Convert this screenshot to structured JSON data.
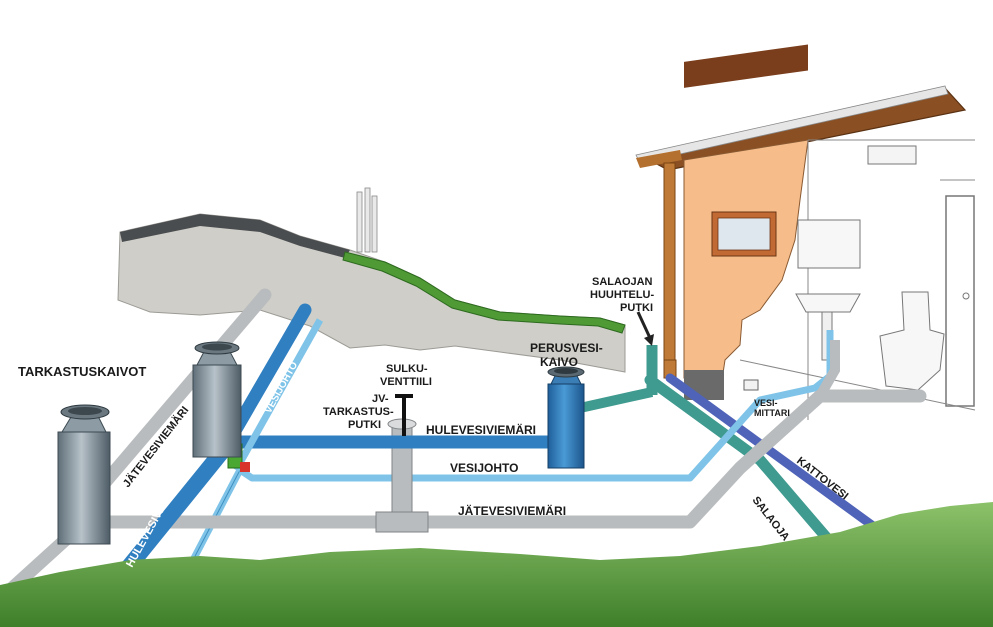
{
  "labels": {
    "tarkastuskaivot": "TARKASTUSKAIVOT",
    "jatevesiviemari_left": "JÄTEVESIVIEMÄRI",
    "hulevesiviemari_left": "HULEVESIVIEMÄRI",
    "vesijohto_left": "VESIJOHTO",
    "jv_tarkastus": [
      "JV-",
      "TARKASTUS-",
      "PUTKI"
    ],
    "sulkuventtiili": [
      "SULKU-",
      "VENTTIILI"
    ],
    "hulevesiviemari_mid": "HULEVESIVIEMÄRI",
    "vesijohto_mid": "VESIJOHTO",
    "jatevesiviemari_mid": "JÄTEVESIVIEMÄRI",
    "perusvesikaivo": [
      "PERUSVESI-",
      "KAIVO"
    ],
    "salaojan_huuhtelu": [
      "SALAOJAN",
      "HUUHTELU-",
      "PUTKI"
    ],
    "vesimittari": [
      "VESI-",
      "MITTARI"
    ],
    "kattovesi": "KATTOVESI",
    "salaoja": "SALAOJA"
  },
  "colors": {
    "storm_pipe": "#2f7fc1",
    "water_pipe": "#7fc4e8",
    "waste_pipe": "#b9bcbe",
    "drain_pipe": "#3f9a8f",
    "roof_pipe": "#4f63b8",
    "grass": "#5a9a3c",
    "ground": "#cfcec8",
    "wall": "#f6bd8b"
  }
}
